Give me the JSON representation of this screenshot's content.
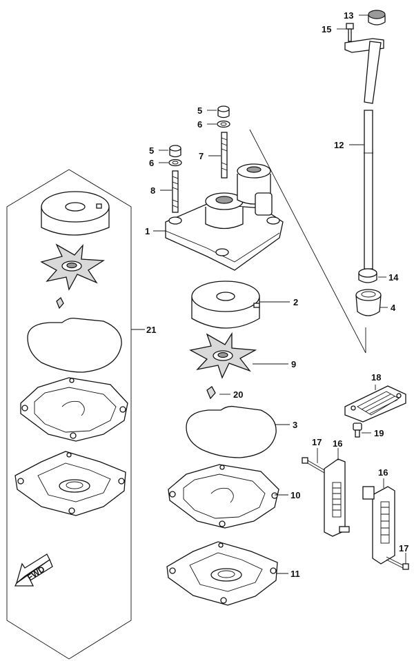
{
  "labels": {
    "l1": "1",
    "l2": "2",
    "l3": "3",
    "l4": "4",
    "l5a": "5",
    "l5b": "5",
    "l6a": "6",
    "l6b": "6",
    "l7": "7",
    "l8": "8",
    "l9": "9",
    "l10": "10",
    "l11": "11",
    "l12": "12",
    "l13": "13",
    "l14": "14",
    "l15": "15",
    "l16a": "16",
    "l16b": "16",
    "l17a": "17",
    "l17b": "17",
    "l18": "18",
    "l19": "19",
    "l20": "20",
    "l21": "21"
  },
  "fwd_text": "FWD"
}
